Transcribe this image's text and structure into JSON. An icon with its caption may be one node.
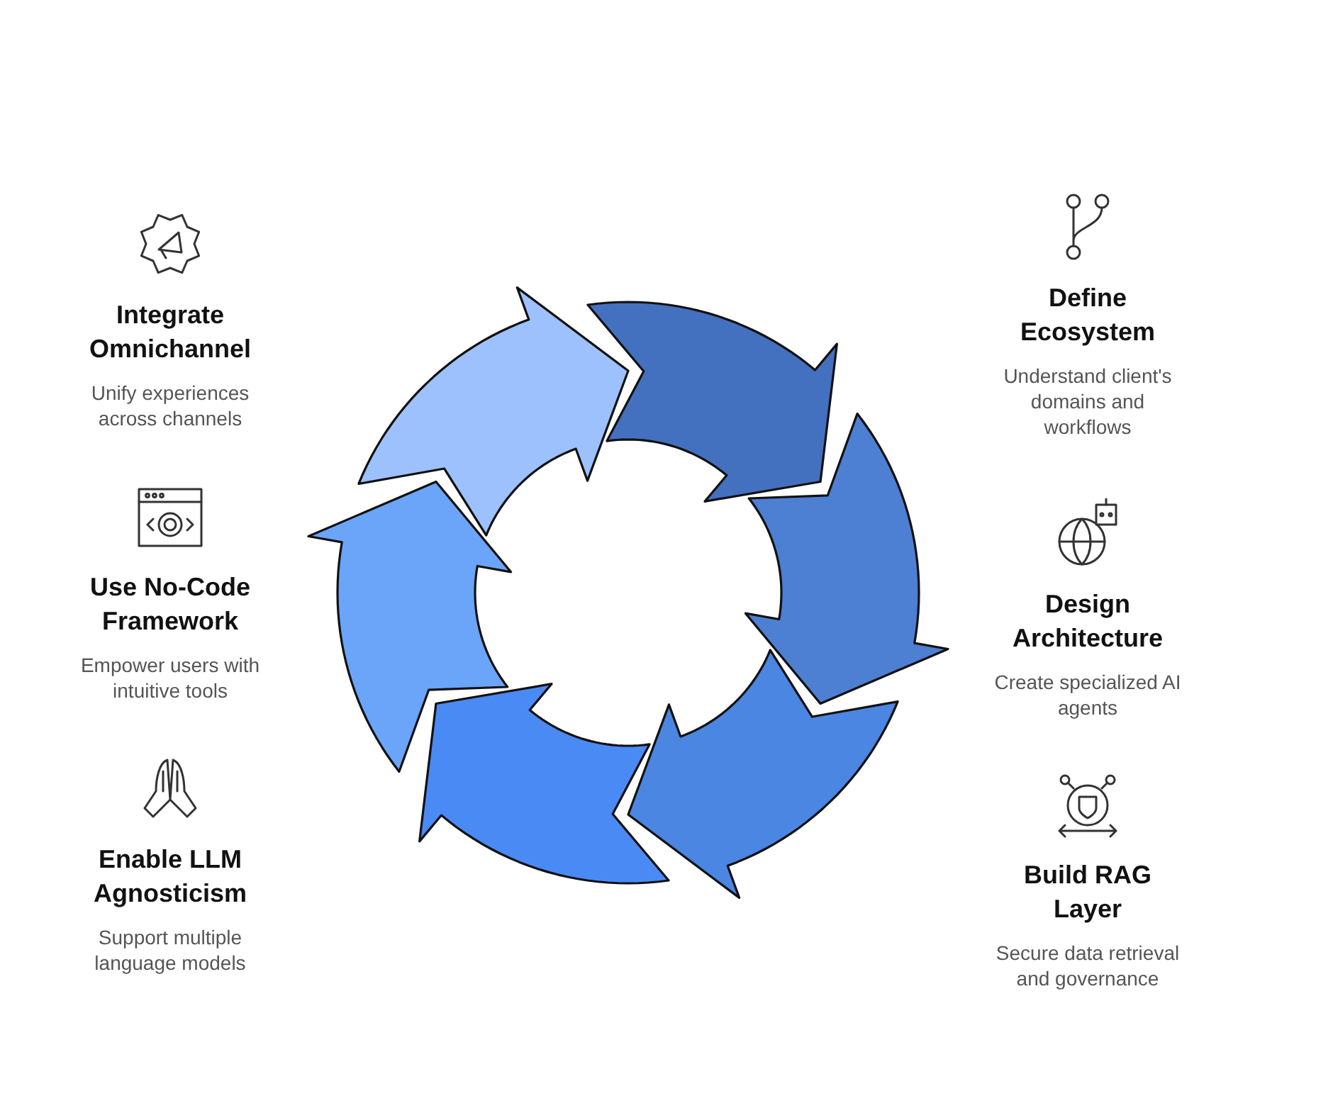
{
  "diagram": {
    "nodes": [
      {
        "text": [
          "Integrate Omnichannel",
          "Unify experiences across channels"
        ]
      },
      {
        "text": [
          "Use No-Code Framework",
          "Empower users with intuitive tools"
        ]
      },
      {
        "text": [
          "Enable LLM Agnosticism",
          "Support multiple language models"
        ]
      },
      {
        "text": [
          "Define Ecosystem",
          "Understand client's domains and workflows"
        ]
      },
      {
        "text": [
          "Design Architecture",
          "Create specialized AI agents"
        ]
      },
      {
        "text": [
          "Build RAG Layer",
          "Secure data retrieval and governance"
        ]
      }
    ]
  }
}
